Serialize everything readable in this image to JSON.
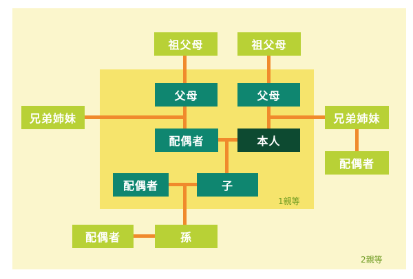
{
  "nodes": {
    "grandparents_left": "祖父母",
    "grandparents_right": "祖父母",
    "parents_left": "父母",
    "parents_right": "父母",
    "siblings_left": "兄弟姉妹",
    "siblings_right": "兄弟姉妹",
    "sibling_spouse": "配偶者",
    "spouse": "配偶者",
    "self": "本人",
    "child_spouse": "配偶者",
    "child": "子",
    "grandchild_spouse": "配偶者",
    "grandchild": "孫"
  },
  "regions": {
    "first_degree": "1親等",
    "second_degree": "2親等"
  },
  "colors": {
    "outer_region": "#fbf6cc",
    "inner_region": "#f6e46c",
    "connector": "#f08a2c",
    "node_lime": "#b8d136",
    "node_teal": "#0f8670",
    "node_self": "#0d4a31"
  }
}
